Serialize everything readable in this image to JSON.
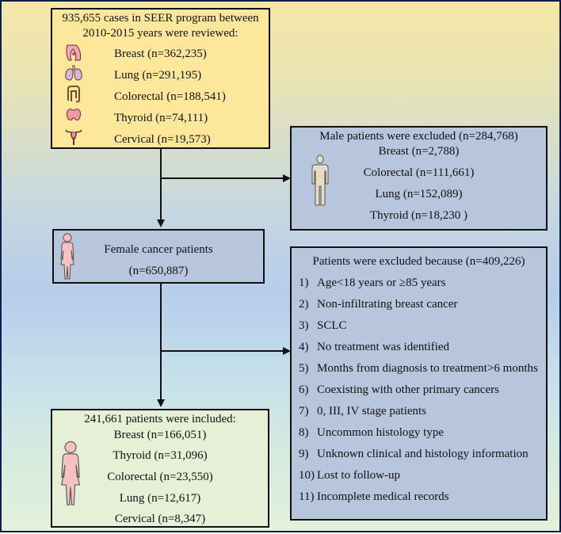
{
  "colors": {
    "frame": "#0c1f4a",
    "box1_fill": "#fde79a",
    "box_blue_fill": "#b7c6dc",
    "box_green_fill": "#e6f0d6",
    "line": "#111111",
    "skin": "#f4c2c2"
  },
  "reviewed_box": {
    "title_line1": "935,655 cases in SEER program between",
    "title_line2": "2010-2015 years were reviewed:",
    "items": [
      {
        "icon": "breast-icon",
        "label": "Breast (n=362,235)"
      },
      {
        "icon": "lung-icon",
        "label": "Lung (n=291,195)"
      },
      {
        "icon": "colon-icon",
        "label": "Colorectal (n=188,541)"
      },
      {
        "icon": "thyroid-icon",
        "label": "Thyroid (n=74,111)"
      },
      {
        "icon": "uterus-icon",
        "label": "Cervical (n=19,573)"
      }
    ]
  },
  "male_box": {
    "title": "Male patients were excluded (n=284,768)",
    "icon": "male-figure-icon",
    "items": [
      "Breast (n=2,788)",
      "Colorectal (n=111,661)",
      "Lung (n=152,089)",
      "Thyroid (n=18,230 )"
    ]
  },
  "female_box": {
    "icon": "female-figure-icon",
    "line1": "Female cancer patients",
    "line2": "(n=650,887)"
  },
  "excluded_box": {
    "title": "Patients were excluded because (n=409,226)",
    "items": [
      {
        "num": "1)",
        "text": "Age<18 years or ≥85 years"
      },
      {
        "num": "2)",
        "text": "Non-infiltrating breast cancer"
      },
      {
        "num": "3)",
        "text": "SCLC"
      },
      {
        "num": "4)",
        "text": "No treatment was identified"
      },
      {
        "num": "5)",
        "text": "Months from diagnosis to treatment>6 months"
      },
      {
        "num": "6)",
        "text": "Coexisting with other primary cancers"
      },
      {
        "num": "7)",
        "text": "0, III, IV stage patients"
      },
      {
        "num": "8)",
        "text": "Uncommon histology type"
      },
      {
        "num": "9)",
        "text": "Unknown clinical and histology information"
      },
      {
        "num": "10)",
        "text": "Lost to follow-up"
      },
      {
        "num": "11)",
        "text": "Incomplete medical records"
      }
    ]
  },
  "included_box": {
    "icon": "female-figure-icon",
    "title": "241,661 patients were included:",
    "items": [
      "Breast (n=166,051)",
      "Thyroid (n=31,096)",
      "Colorectal (n=23,550)",
      "Lung (n=12,617)",
      "Cervical (n=8,347)"
    ]
  }
}
